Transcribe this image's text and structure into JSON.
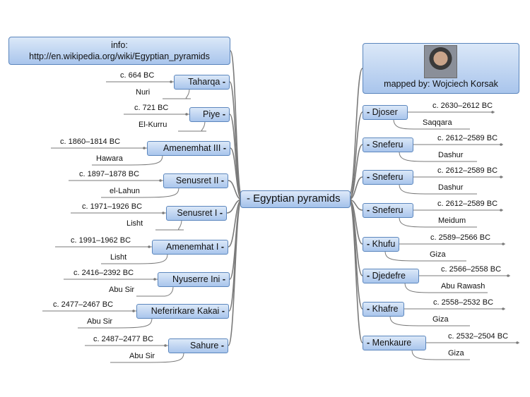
{
  "central": "Egyptian pyramids",
  "info": {
    "label": "info:",
    "url": "http://en.wikipedia.org/wiki/Egyptian_pyramids"
  },
  "mapper": {
    "label": "mapped by: Wojciech Korsak"
  },
  "left_nodes": [
    {
      "name": "Taharqa",
      "date": "c. 664 BC",
      "site": "Nuri"
    },
    {
      "name": "Piye",
      "date": "c. 721 BC",
      "site": "El-Kurru"
    },
    {
      "name": "Amenemhat III",
      "date": "c. 1860–1814 BC",
      "site": "Hawara"
    },
    {
      "name": "Senusret II",
      "date": "c. 1897–1878 BC",
      "site": "el-Lahun"
    },
    {
      "name": "Senusret I",
      "date": "c. 1971–1926 BC",
      "site": "Lisht"
    },
    {
      "name": "Amenemhat I",
      "date": "c. 1991–1962 BC",
      "site": "Lisht"
    },
    {
      "name": "Nyuserre Ini",
      "date": "c. 2416–2392 BC",
      "site": "Abu Sir"
    },
    {
      "name": "Neferirkare Kakai",
      "date": "c. 2477–2467 BC",
      "site": "Abu Sir"
    },
    {
      "name": "Sahure",
      "date": "c. 2487–2477 BC",
      "site": "Abu Sir"
    }
  ],
  "right_nodes": [
    {
      "name": "Djoser",
      "date": "c. 2630–2612 BC",
      "site": "Saqqara"
    },
    {
      "name": "Sneferu",
      "date": "c. 2612–2589 BC",
      "site": "Dashur"
    },
    {
      "name": "Sneferu",
      "date": "c. 2612–2589 BC",
      "site": "Dashur"
    },
    {
      "name": "Sneferu",
      "date": "c. 2612–2589 BC",
      "site": "Meidum"
    },
    {
      "name": "Khufu",
      "date": "c. 2589–2566 BC",
      "site": "Giza"
    },
    {
      "name": "Djedefre",
      "date": "c. 2566–2558 BC",
      "site": "Abu Rawash"
    },
    {
      "name": "Khafre",
      "date": "c. 2558–2532 BC",
      "site": "Giza"
    },
    {
      "name": "Menkaure",
      "date": "c. 2532–2504 BC",
      "site": "Giza"
    }
  ],
  "colors": {
    "link": "#7a7a7a",
    "node_border": "#5b86bd",
    "node_top": "#dbe8f8",
    "node_bottom": "#a9c5ec"
  }
}
